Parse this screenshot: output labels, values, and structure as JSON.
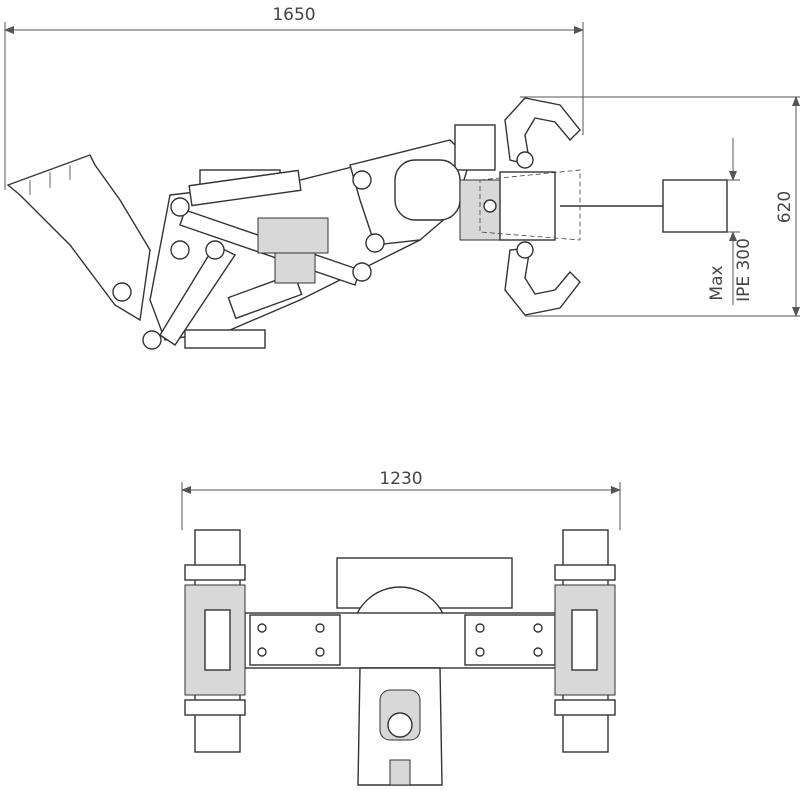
{
  "top_view": {
    "length_dimension": "1650",
    "jaw_dimension": "620",
    "beam_label_line1": "Max",
    "beam_label_line2": "IPE 300"
  },
  "front_view": {
    "width_dimension": "1230"
  }
}
